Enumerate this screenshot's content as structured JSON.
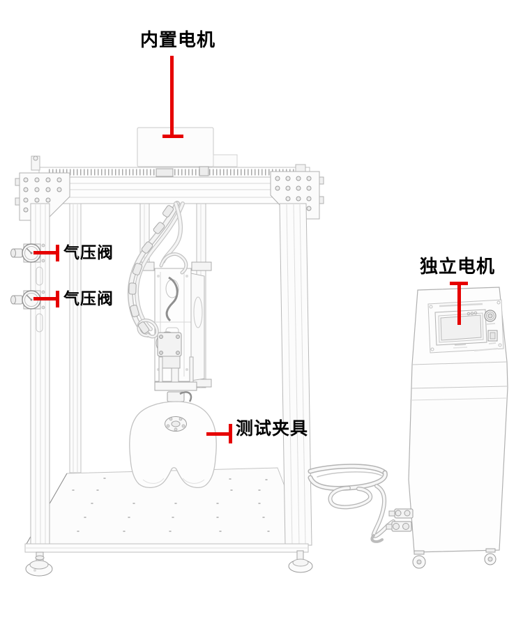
{
  "diagram": {
    "type": "equipment-line-drawing",
    "background": "#ffffff",
    "line_color": "#b6b6b6",
    "callout_color": "#e60000",
    "label_color": "#000000",
    "labels": {
      "builtin_motor": "内置电机",
      "pneumatic_valve_1": "气压阀",
      "pneumatic_valve_2": "气压阀",
      "test_fixture": "测试夹具",
      "independent_motor": "独立电机"
    }
  }
}
